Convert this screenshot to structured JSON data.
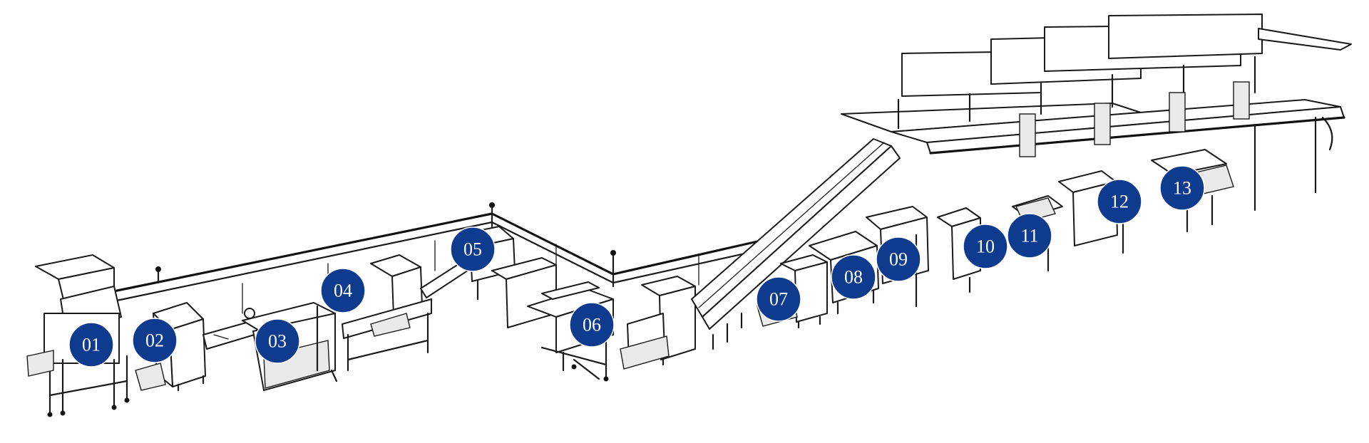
{
  "accent_color": "#0f3b8f",
  "stations": [
    {
      "label": "01"
    },
    {
      "label": "02"
    },
    {
      "label": "03"
    },
    {
      "label": "04"
    },
    {
      "label": "05"
    },
    {
      "label": "06"
    },
    {
      "label": "07"
    },
    {
      "label": "08"
    },
    {
      "label": "09"
    },
    {
      "label": "10"
    },
    {
      "label": "11"
    },
    {
      "label": "12"
    },
    {
      "label": "13"
    }
  ]
}
